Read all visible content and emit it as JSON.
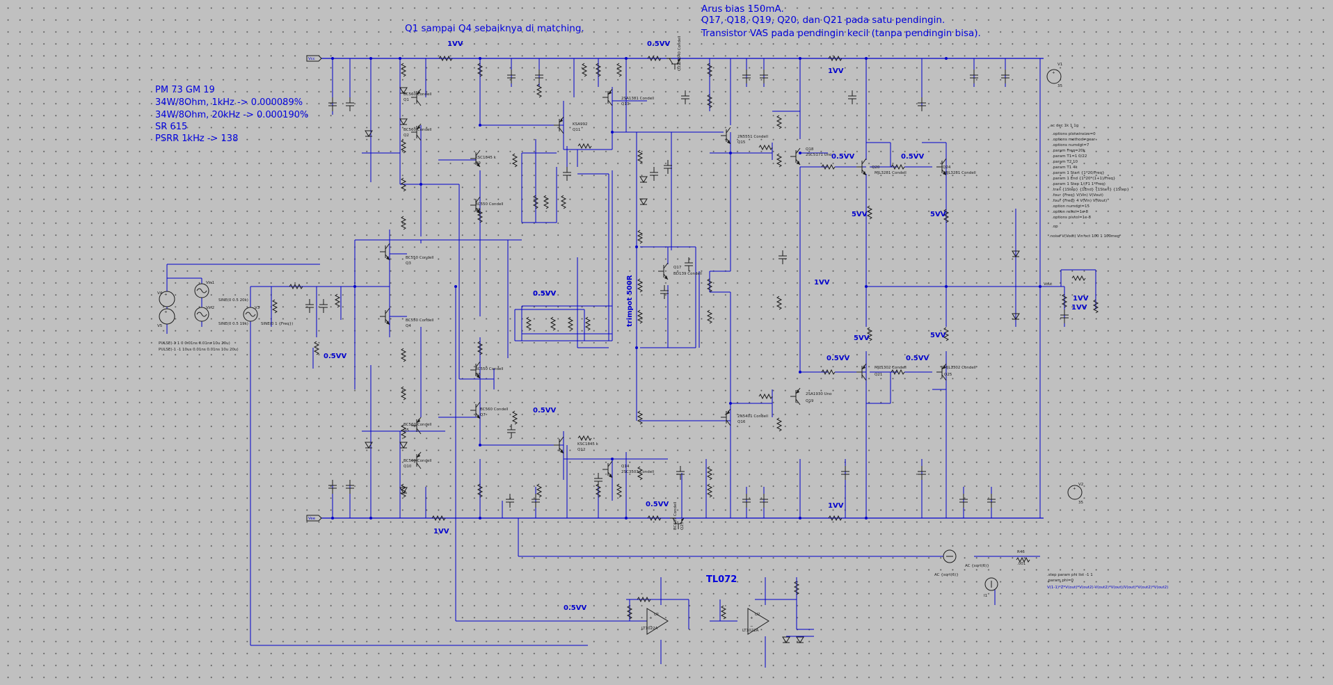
{
  "notes": {
    "q1q4": "Q1 sampai Q4 sebaiknya di matching.",
    "bias1": "Arus bias 150mA.",
    "bias2": "Q17, Q18, Q19, Q20, dan Q21 pada satu pendingin.",
    "bias3": "Transistor VAS pada pendingin kecil (tanpa pendingin bisa).",
    "spec1": "PM 73 GM 19",
    "spec2": "34W/8Ohm, 1kHz   -> 0.000089%",
    "spec3": "34W/8Ohm, 20kHz -> 0.000190%",
    "spec4": "SR 615",
    "spec5": "PSRR 1kHz -> 138",
    "opamp": "TL072",
    "trimpot": "trimpot 500R",
    "vout": "Vout"
  },
  "voltage_labels": {
    "top_1v": "1VV",
    "top_05v": "0.5VV",
    "mid_05v": "0.5VV",
    "bot_1v": "1VV",
    "bot_05v": "0.5VV",
    "rail_5v_a": "5VV",
    "rail_5v_b": "5VV",
    "rail_5v_c": "5VV",
    "rail_5v_d": "5VV",
    "out_1v_a": "1VV",
    "out_1v_b": "1VV",
    "out_1v_c": "1VV",
    "fb_1v": "1VV",
    "bias_05v_a": "0.5VV",
    "bias_05v_b": "0.5VV",
    "bias_05v_c": "0.5VV",
    "bias_05v_d": "0.5VV",
    "in_05v": "0.5VV",
    "op_05v": "0.5VV",
    "gnd_1v": "1VV"
  },
  "rails": {
    "vcc": "Vcc",
    "vee": "Vee"
  },
  "transistors": {
    "q1": "BC560 Condell",
    "q2": "BC560 Condell",
    "q3": "BC550 Condell",
    "q4": "BC550 Condell",
    "q5": "BC560 Condell",
    "q6": "BC550 Condell",
    "q7": "BC560 Condell",
    "q8": "BC550 Condell",
    "q9": "KSC1845 k",
    "q10": "BC560 Condell",
    "q11": "KSA992",
    "q12": "KSC1845 k",
    "q13": "2SA1381 Condell",
    "q14": "2SC3503 Condell",
    "q15": "2N5551 Condell",
    "q16": "2N5401 Condell",
    "q17": "BD139 Condell",
    "q18": "2SC5171 Uno",
    "q19": "2SA1930 Uno",
    "q20": "MJL3281 Condell",
    "q21": "MJL1302 Condell",
    "q22": "BC640 Condell",
    "q23": "BC639 Condell",
    "q24": "MJL3281 Condell",
    "q25": "MJL1302 Condell"
  },
  "tags": {
    "q1": "Q1",
    "q2": "Q2",
    "q3": "Q3",
    "q4": "Q4",
    "q5": "Q5",
    "q6": "Q6",
    "q7": "Q7",
    "q8": "Q8",
    "q9": "Q9",
    "q10": "Q10",
    "q11": "Q11",
    "q12": "Q12",
    "q13": "Q13",
    "q14": "Q14",
    "q15": "Q15",
    "q16": "Q16",
    "q17": "Q17",
    "q18": "Q18",
    "q19": "Q19",
    "q20": "Q20",
    "q21": "Q21",
    "q22": "Q22",
    "q23": "Q23",
    "q24": "Q24",
    "q25": "Q25",
    "u1": "U1",
    "u2": "U2"
  },
  "opamps": {
    "u1": "LT1022A",
    "u2": "LT1022A"
  },
  "sources": {
    "v4": "V4",
    "v5": "V5",
    "vin1": "Vin1",
    "vin2": "Vin2",
    "v3": "V3",
    "sin1": "SINE(0 0.5 20k)",
    "sin2": "SINE(0 0.5 19k)",
    "sin3": "SINE(0 1 {Freq})",
    "pulse1": "PULSE(-1 1 0 0.01ns 0.01ns 10u 20u)",
    "pulse2": "PULSE(-1 -1 10us 0.01ns 0.01ns 10u 20u)",
    "v1": "V1",
    "v1val": "35",
    "v2": "V2",
    "v2val": "35",
    "i1": "I1",
    "i1val": "AC {sqrt(6)}",
    "acsrc": "AC {sqrt(6)}",
    "r46": "R46",
    "r46val": ".001"
  },
  "spice": {
    "l01": ".options plotwinsize=0",
    "l02": ".options method=gear",
    "l03": ".options numdgt=7",
    "l04": ".param Freq=20k",
    "l05": ".param T1=1 0/22",
    "l06": ".param T2 10",
    "l07": ".param T1 4k",
    "l08": ".param 1 Start {1*20/Freq}",
    "l09": ".param 1 End {1*20*(1+1)/Freq}",
    "l10": ".param 1 Step 1/(F1 1*Freq)",
    "l11": ".tran {1Step} {1End} {1Start} {1Step}",
    "l12": ".four {Freq} V(Vin) V(Vout)",
    "l13": ".four {Freq} 4 V(Vin) V(Vout)",
    "l14": ".option numdgt=15",
    "l15": ".option reltol=1e-8",
    "l16": ".options pivtol=1e-8",
    "l17": ".ac dec 1k 1 1g",
    "l18": ".op",
    "l19": ".noise V(Vout) Vin oct 100 1 100meg",
    "step1": ".step param phi list -1 1",
    "step2": ".param phi=0",
    "meas": "V(1-1)*Z*V(out)*V(out2)-V(out2)*V(out)/V(out)*V(out2)*V(out2)"
  }
}
